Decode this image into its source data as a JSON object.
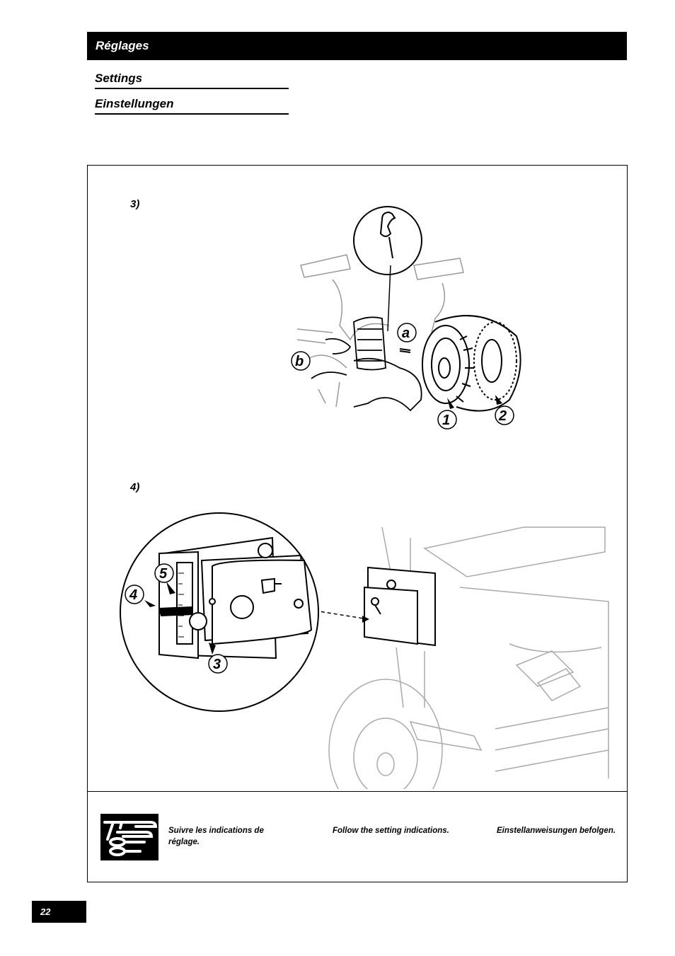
{
  "header": {
    "title": "Réglages"
  },
  "subheadings": [
    "Settings",
    "Einstellungen"
  ],
  "figure3": {
    "step_label": "3)",
    "callouts": {
      "a": "a",
      "b": "b",
      "one": "1",
      "two": "2"
    }
  },
  "figure4": {
    "step_label": "4)",
    "callouts": {
      "three": "3",
      "four": "4",
      "five": "5"
    }
  },
  "instructions": {
    "icon": "settings-instruction-icon",
    "fr": "Suivre les indications de réglage.",
    "en": "Follow the setting indications.",
    "de": "Einstellanweisungen befolgen."
  },
  "page_number": "22"
}
